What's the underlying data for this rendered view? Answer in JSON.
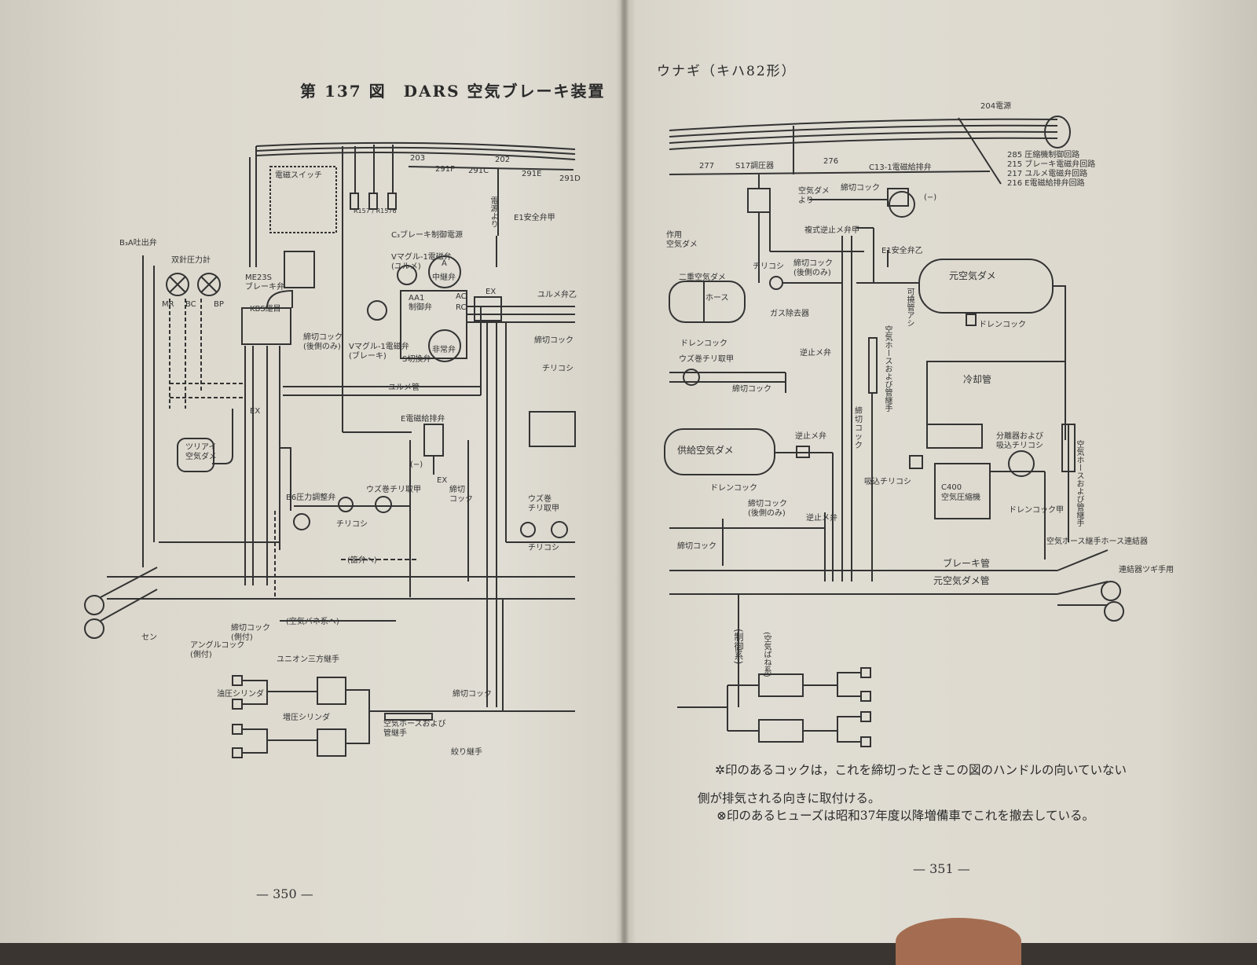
{
  "left_page": {
    "figure_title": "第 137 図　DARS 空気ブレーキ装置",
    "page_number": "— 350 —",
    "labels": {
      "b3a": "B₃A吐出弁",
      "duplex_gauge": "双針圧力計",
      "mr": "MR",
      "bc": "BC",
      "bp": "BP",
      "me23s": "ME23S\nブレーキ弁",
      "kbs": "KBS継目",
      "cutout_cock_rear": "締切コック\n(後側のみ)",
      "ex1": "EX",
      "ex2": "EX",
      "ex3": "EX",
      "relay_tank": "ツリアイ\n空気ダメ",
      "brake_switch": "電磁スイッチ",
      "c3": "C₃ブレーキ制御電源",
      "e1_safety": "E1安全弁甲",
      "from_supply": "電源より",
      "v_magnet1": "Vマグル-1電磁弁\n(ユルメ)",
      "v_magnet2": "Vマグル-1電磁弁\n(ブレーキ)",
      "s_cutout": "S切換弁",
      "a": "A",
      "relay_valve": "中継弁",
      "aa1": "AA1\n制御弁",
      "ac": "AC",
      "rc": "RC",
      "ex_lab": "EX",
      "emergency_valve": "非常弁",
      "release_valve": "ユルメ弁乙",
      "cutout_cock": "締切コック",
      "strainer1": "チリコシ",
      "release_pipe": "ユルメ管",
      "e_magnet_exhaust": "E電磁給排弁",
      "minus": "(−)",
      "b6": "B6圧力調整弁",
      "strainer2": "チリコシ",
      "whirl_strainer": "ウズ巻チリ取甲",
      "cutout_cock_v": "締切\nコック",
      "whirl2": "ウズ巻\nチリ取甲",
      "strainer3": "チリコシ",
      "whistle": "(笛弁へ)",
      "air_spring": "(空気バネ系へ)",
      "cutout_cock_side": "締切コック\n(側付)",
      "angle_cock": "アングルコック\n(側付)",
      "cock_t": "セン",
      "union_3way": "ユニオン三方継手",
      "oil_cyl": "油圧シリンダ",
      "booster_cyl": "増圧シリンダ",
      "hose": "空気ホースおよび\n管継手",
      "cutout_cock_bottom": "締切コック",
      "throttle": "絞り継手",
      "fuse_291f": "291F",
      "fuse_291c": "291C",
      "fuse_291e": "291E",
      "fuse_291d": "291D",
      "n203": "203",
      "n202": "202",
      "rc_codes": "R157 / R1576"
    }
  },
  "right_page": {
    "running_title": "ウナギ（キハ82形）",
    "page_number": "— 351 —",
    "labels": {
      "n204": "204電源",
      "c285": "285 圧縮機制御回路",
      "c215": "215 ブレーキ電磁弁回路",
      "c217": "217 ユルメ電磁弁回路",
      "c216": "216 E電磁給排弁回路",
      "n277": "277",
      "s17": "S17調圧器",
      "n276": "276",
      "c13": "C13-1電磁給排弁",
      "from_aux": "作用\n空気ダメ",
      "from_main": "空気ダメ\nより",
      "cutout_c": "締切コック",
      "check_valve_c": "複式逆止メ弁甲",
      "minus": "(−)",
      "e1": "E1安全弁乙",
      "main_tank": "元空気ダメ",
      "drain1": "ドレンコック",
      "second_tank": "二重空気ダメ",
      "hose1": "ホース",
      "drain2": "ドレンコック",
      "strainer": "チリコシ",
      "cutout_rear": "締切コック\n(後側のみ)",
      "gas_sep": "ガス除去器",
      "check2": "逆止メ弁",
      "pipe_label": "空気ホースおよび管継手",
      "flexible": "可撓管アシ",
      "whirl": "ウズ巻チリ取甲",
      "cutout_c2": "締切コック",
      "cooling": "冷却管",
      "supply_tank": "供給空気ダメ",
      "drain3": "ドレンコック",
      "check3": "逆止メ弁",
      "cutout_v": "締\n切\nコ\nッ\nク",
      "separator": "分離器および\n吸込チリコシ",
      "intake": "吸込チリコシ",
      "compressor": "C400\n空気圧縮機",
      "drain4": "ドレンコック甲",
      "cutout_c3": "締切コック\n(後側のみ)",
      "check4": "逆止メ弁",
      "cutout_c4": "締切コック",
      "brake_pipe": "ブレーキ管",
      "main_pipe": "元空気ダメ管",
      "hose_conn": "空気ホース継手ホース連結器",
      "conn_side": "連結器ツギ手用",
      "control_sys": "(制御系)",
      "air_spring2": "(空気ばね系)",
      "hose_vert": "空気ホースおよび管継手"
    },
    "notes": [
      "✲印のあるコックは，これを締切ったときこの図のハンドルの向いていない",
      "側が排気される向きに取付ける。",
      "⊗印のあるヒューズは昭和37年度以降増備車でこれを撤去している。"
    ]
  }
}
